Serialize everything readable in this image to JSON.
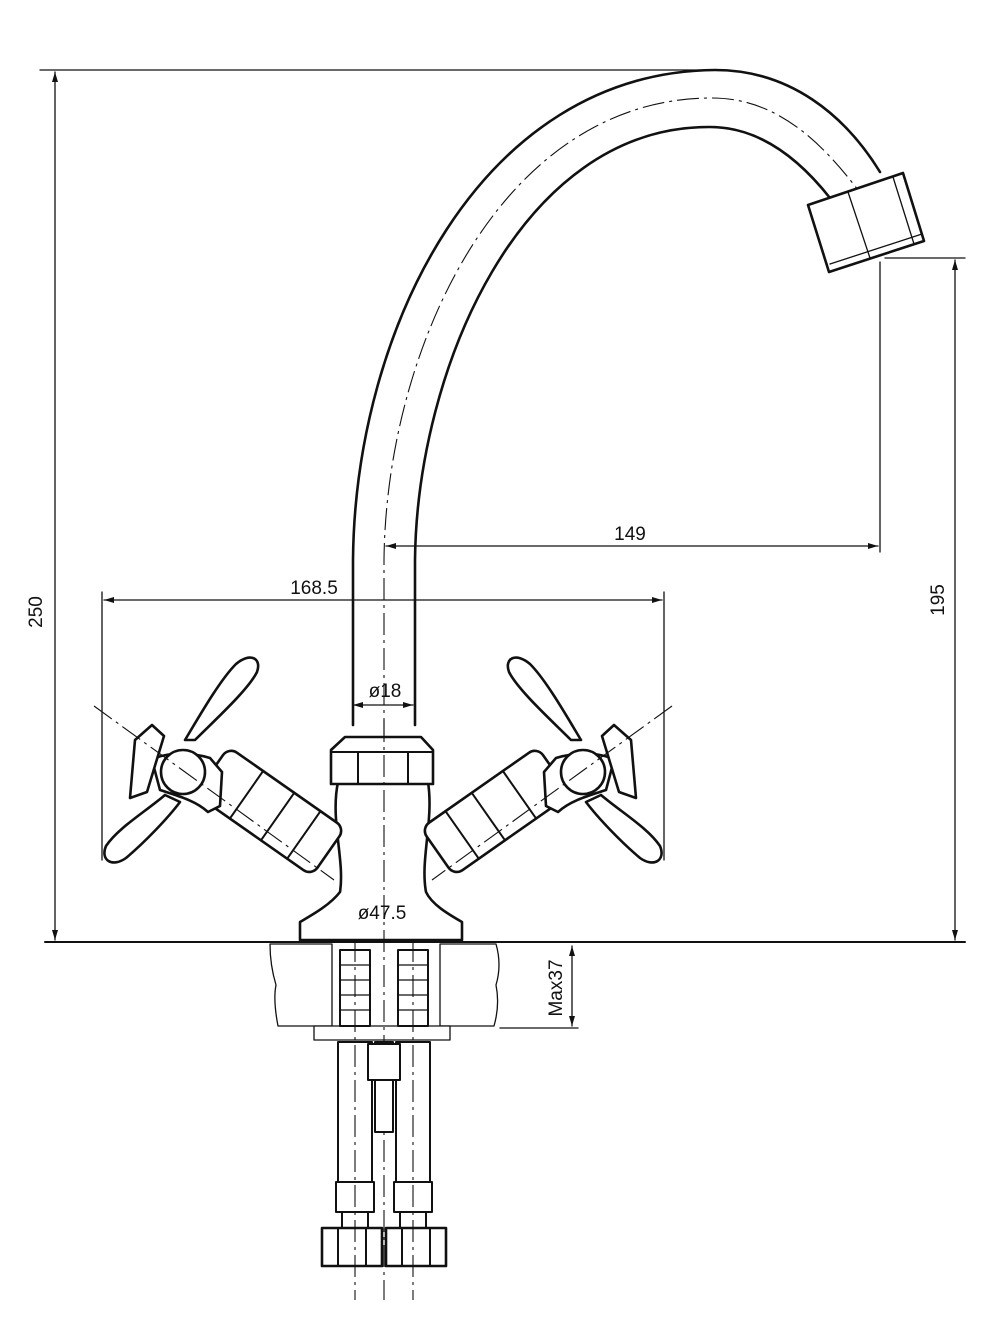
{
  "dimensions": {
    "height_total": "250",
    "spout_height": "195",
    "spout_reach": "149",
    "handle_span": "168.5",
    "spout_diameter": "ø18",
    "base_diameter": "ø47.5",
    "max_counter_thickness": "Max37"
  },
  "colors": {
    "line": "#111111",
    "background": "#ffffff",
    "counter_hatch": "#9a9a9a"
  }
}
